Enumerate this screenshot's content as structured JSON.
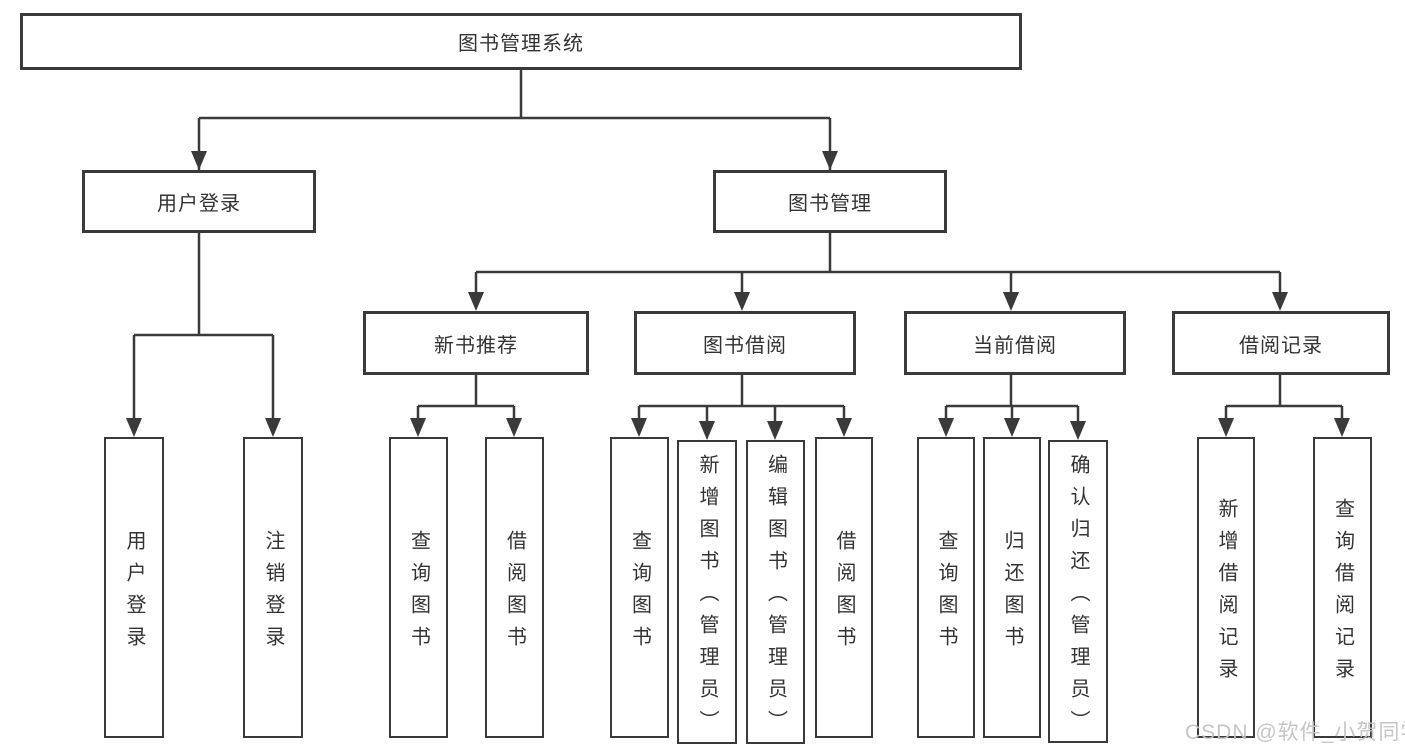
{
  "tree": {
    "root": "图书管理系统",
    "level2": [
      {
        "label": "用户登录",
        "children": [
          "用户登录",
          "注销登录"
        ]
      },
      {
        "label": "图书管理"
      }
    ],
    "level3": [
      {
        "label": "新书推荐",
        "children": [
          "查询图书",
          "借阅图书"
        ]
      },
      {
        "label": "图书借阅",
        "children": [
          "查询图书",
          "新增图书（管理员）",
          "编辑图书（管理员）",
          "借阅图书"
        ]
      },
      {
        "label": "当前借阅",
        "children": [
          "查询图书",
          "归还图书",
          "确认归还（管理员）"
        ]
      },
      {
        "label": "借阅记录",
        "children": [
          "新增借阅记录",
          "查询借阅记录"
        ]
      }
    ]
  },
  "watermark": "CSDN @软件_小贺同学",
  "colors": {
    "line": "#3a3a3a",
    "box_fill": "#ffffff",
    "text": "#333333",
    "watermark": "#c4c4c4"
  }
}
